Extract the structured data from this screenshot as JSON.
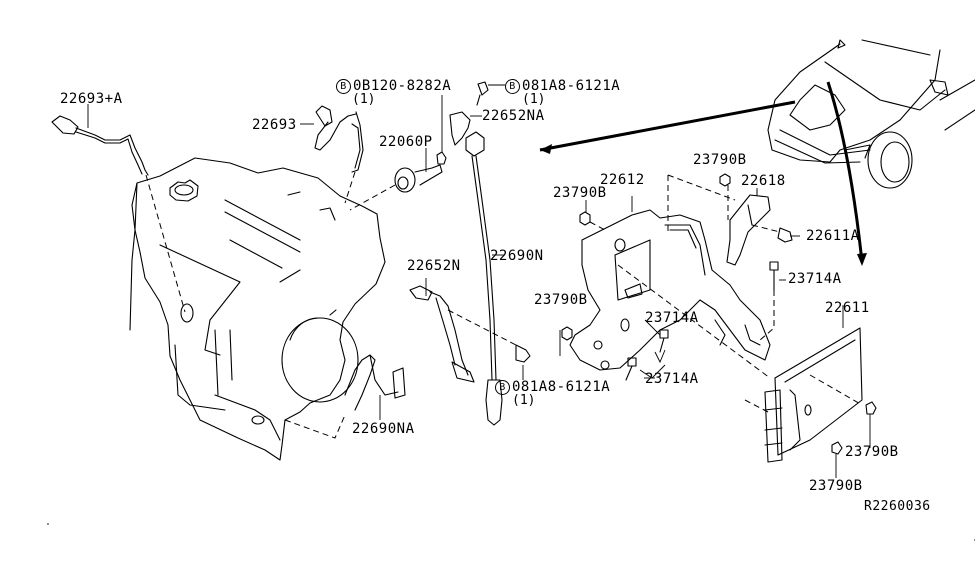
{
  "diagram": {
    "title": "Engine Control Module & Oxygen Sensor Parts Diagram",
    "reference_code": "R2260036",
    "bolt_symbol": "B",
    "labels": {
      "p22693A": "22693+A",
      "p22693": "22693",
      "bolt1": "0B120-8282A",
      "bolt1_qty": "(1)",
      "bolt2": "081A8-6121A",
      "bolt2_qty": "(1)",
      "p22652NA": "22652NA",
      "p22060P": "22060P",
      "p22690N": "22690N",
      "p22652N": "22652N",
      "bolt3": "081A8-6121A",
      "bolt3_qty": "(1)",
      "p22690NA": "22690NA",
      "p22612": "22612",
      "p23790B_a": "23790B",
      "p23790B_b": "23790B",
      "p23790B_c": "23790B",
      "p23790B_d": "23790B",
      "p23790B_e": "23790B",
      "p22618": "22618",
      "p22611A": "22611A",
      "p23714A_a": "23714A",
      "p23714A_b": "23714A",
      "p23714A_c": "23714A",
      "p22611": "22611"
    }
  }
}
